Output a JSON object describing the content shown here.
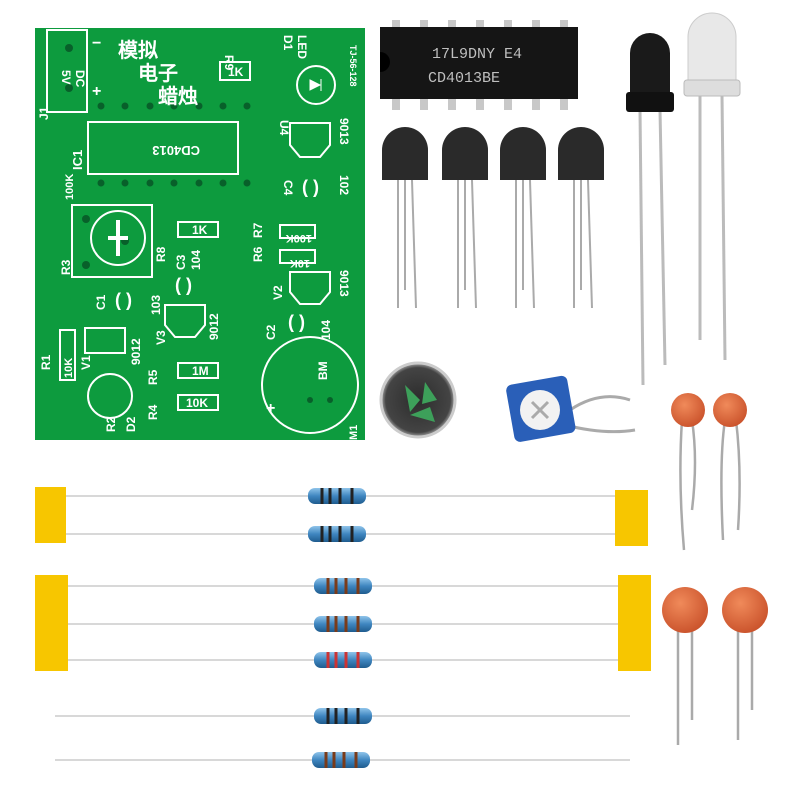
{
  "pcb": {
    "color": "#0d9b3e",
    "title_cn": [
      "模拟",
      "电子",
      "蜡烛"
    ],
    "power": {
      "label_5v": "5V",
      "label_dc": "DC",
      "minus": "−",
      "plus": "+",
      "ref": "J1"
    },
    "board_code": "TJ-56-128",
    "ic": {
      "ref": "IC1",
      "part": "CD4013"
    },
    "labels": {
      "r9": "R9",
      "r9_val": "1K",
      "d1": "D1",
      "led": "LED",
      "u4": "U4",
      "u4_val": "9013",
      "c4": "C4",
      "c4_val": "102",
      "r3": "R3",
      "r3_val": "100K",
      "r8": "R8",
      "r8_val": "1K",
      "r7": "R7",
      "r7_val": "100K",
      "r6": "R6",
      "r6_val": "10K",
      "c3": "C3",
      "c3_val": "104",
      "v2": "V2",
      "v2_val": "9013",
      "c1": "C1",
      "c1_val": "103",
      "v3": "V3",
      "v3_val": "9012",
      "r1": "R1",
      "r1_val": "10K",
      "v1": "V1",
      "v1_val": "9012",
      "c2": "C2",
      "c2_val": "104",
      "r5": "R5",
      "r5_val": "1M",
      "r4": "R4",
      "r4_val": "10K",
      "r2": "R2",
      "d2": "D2",
      "bm": "BM",
      "bm_plus": "+",
      "m1": "M1"
    }
  },
  "chip": {
    "line1": "17L9DNY E4",
    "line2": "CD4013BE"
  },
  "colors": {
    "tape": "#f7c600",
    "cap": "#e06a3a",
    "resistor": "#4a8fc4",
    "pot": "#2a5fb8"
  }
}
